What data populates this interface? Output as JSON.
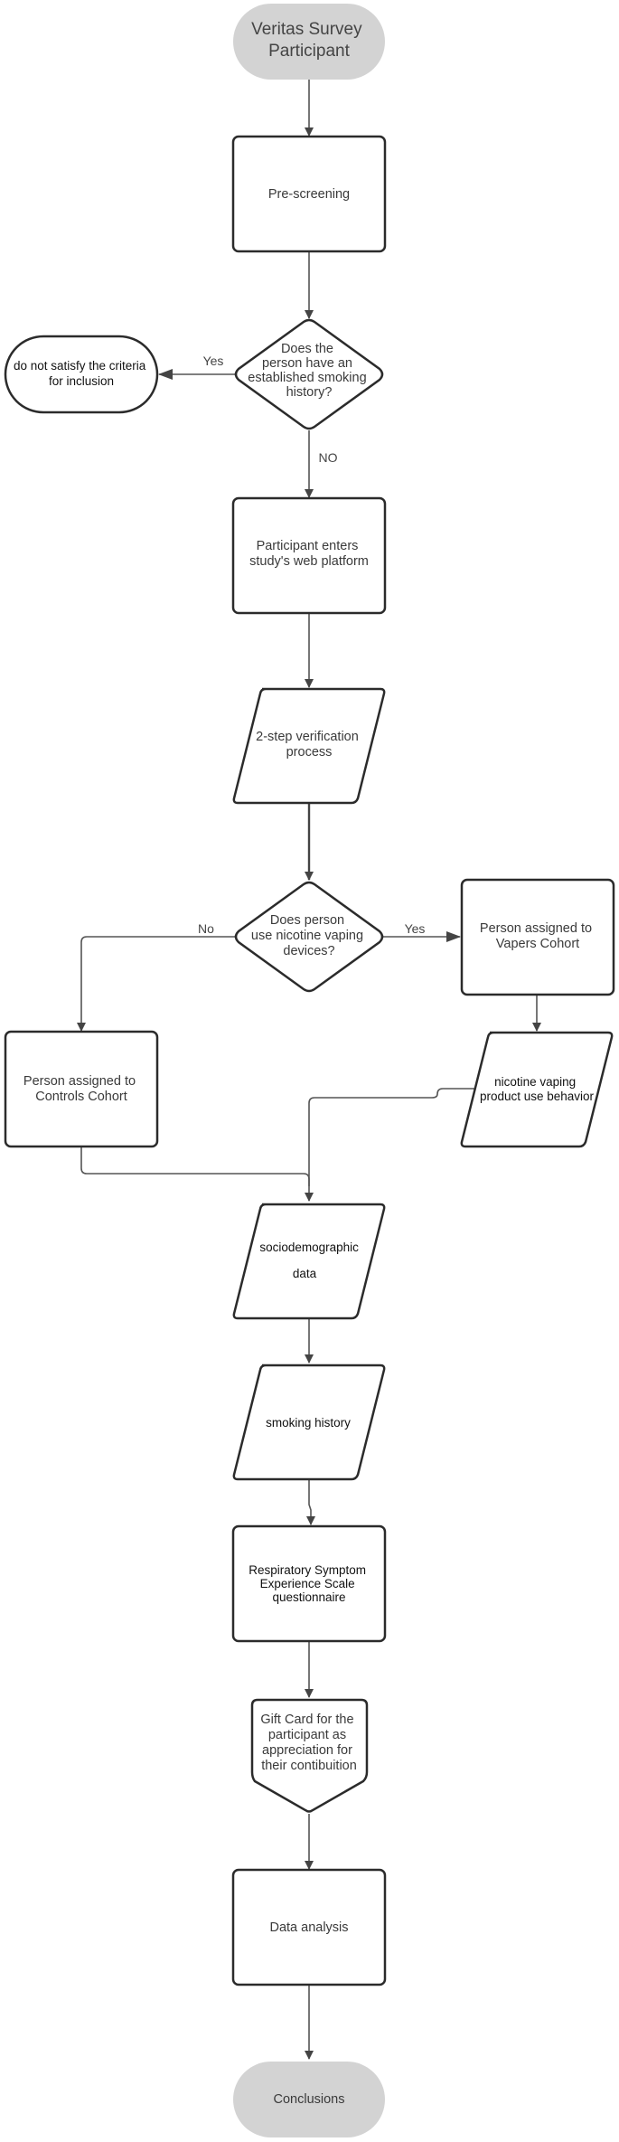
{
  "nodes": {
    "start": [
      "Veritas Survey",
      "Participant"
    ],
    "prescreening": [
      "Pre-screening"
    ],
    "decision_smoking": [
      "Does the",
      "person have an",
      "established smoking",
      "history?"
    ],
    "exclude": [
      "do not satisfy the criteria",
      "for inclusion"
    ],
    "web_platform": [
      "Participant enters",
      "study's web platform"
    ],
    "verification": [
      "2-step verification",
      "process"
    ],
    "decision_vaping": [
      "Does person",
      "use nicotine vaping",
      "devices?"
    ],
    "vapers": [
      "Person assigned to",
      "Vapers Cohort"
    ],
    "controls": [
      "Person assigned to",
      "Controls Cohort"
    ],
    "vaping_behavior": [
      "nicotine vaping",
      "product use behavior"
    ],
    "sociodemographic": [
      "sociodemographic",
      "data"
    ],
    "smoking_history": [
      "smoking history"
    ],
    "respiratory": [
      "Respiratory Symptom",
      "Experience Scale",
      "questionnaire"
    ],
    "gift_card": [
      "Gift Card for the",
      "participant as",
      "appreciation for",
      "their contibuition"
    ],
    "analysis": [
      "Data analysis"
    ],
    "conclusions": [
      "Conclusions"
    ]
  },
  "edge_labels": {
    "smoking_yes": "Yes",
    "smoking_no": "NO",
    "vaping_no": "No",
    "vaping_yes": "Yes"
  },
  "colors": {
    "terminal_fill": "#d3d3d3",
    "stroke": "#2b2b2b",
    "arrow": "#555555"
  }
}
